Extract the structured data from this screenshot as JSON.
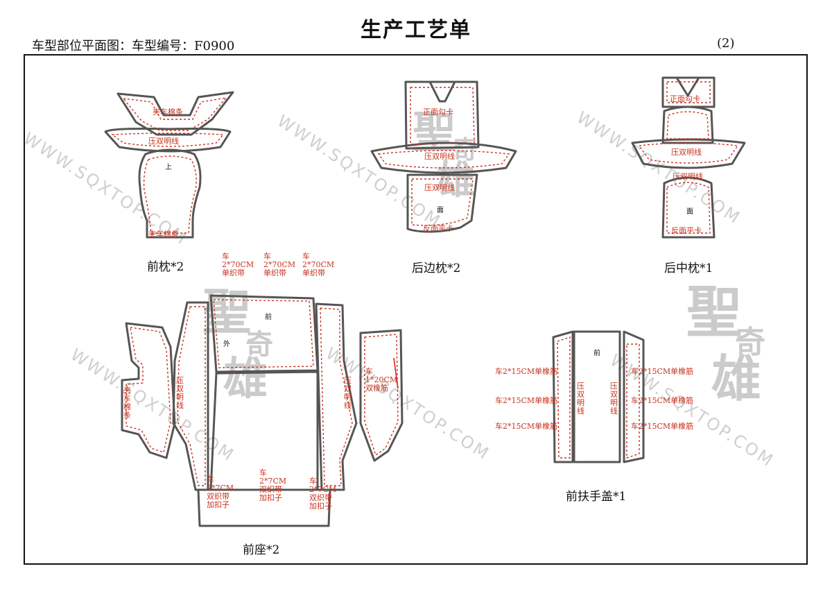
{
  "header": {
    "title": "生产工艺单",
    "subtitle": "车型部位平面图：车型编号：F0900",
    "page_number": "(2)"
  },
  "watermark": {
    "text": "WWW.SQXTOP.COM",
    "logo_chars": [
      "聖",
      "奇",
      "雄"
    ]
  },
  "parts": {
    "front_pillow": {
      "label": "前枕*2",
      "notes": {
        "top_strip": "夹车棉条",
        "wing": "压双明线",
        "top_mark": "上",
        "bottom_strip": "夹车棉条"
      }
    },
    "rear_side_pillow": {
      "label": "后边枕*2",
      "notes": {
        "hook": "正面勾卡",
        "wing": "压双明线",
        "mid": "压双明线",
        "face": "面",
        "bottom": "反面平卡"
      }
    },
    "rear_center_pillow": {
      "label": "后中枕*1",
      "notes": {
        "hook": "正面勾卡",
        "wing": "压双明线",
        "mid": "压双明线",
        "face": "面",
        "bottom": "反面平卡"
      }
    },
    "front_seat": {
      "label": "前座*2",
      "notes": {
        "top_strap_1": "车2*70CM单织带",
        "top_strap_2": "车2*70CM单织带",
        "top_strap_3": "车2*70CM单织带",
        "front_mark": "前",
        "outer_mark": "外",
        "left_strip": "夹车棉条",
        "left_stitch": "压双明线",
        "right_stitch": "压双明线",
        "right_elastic": "车1*20CM双橡筋",
        "bottom_strap_1": "车2*7CM双织带加扣子",
        "bottom_strap_2": "车2*7CM双织带加扣子",
        "bottom_strap_3": "车2*7CM双织带加扣子"
      }
    },
    "armrest_cover": {
      "label": "前扶手盖*1",
      "notes": {
        "front_mark": "前",
        "left_1": "车2*15CM单橡筋",
        "left_2": "车2*15CM单橡筋",
        "left_3": "车2*15CM单橡筋",
        "right_1": "车2*15CM单橡筋",
        "right_2": "车2*15CM单橡筋",
        "right_3": "车2*15CM单橡筋",
        "left_stitch": "压双明线",
        "right_stitch": "压双明线"
      }
    }
  }
}
